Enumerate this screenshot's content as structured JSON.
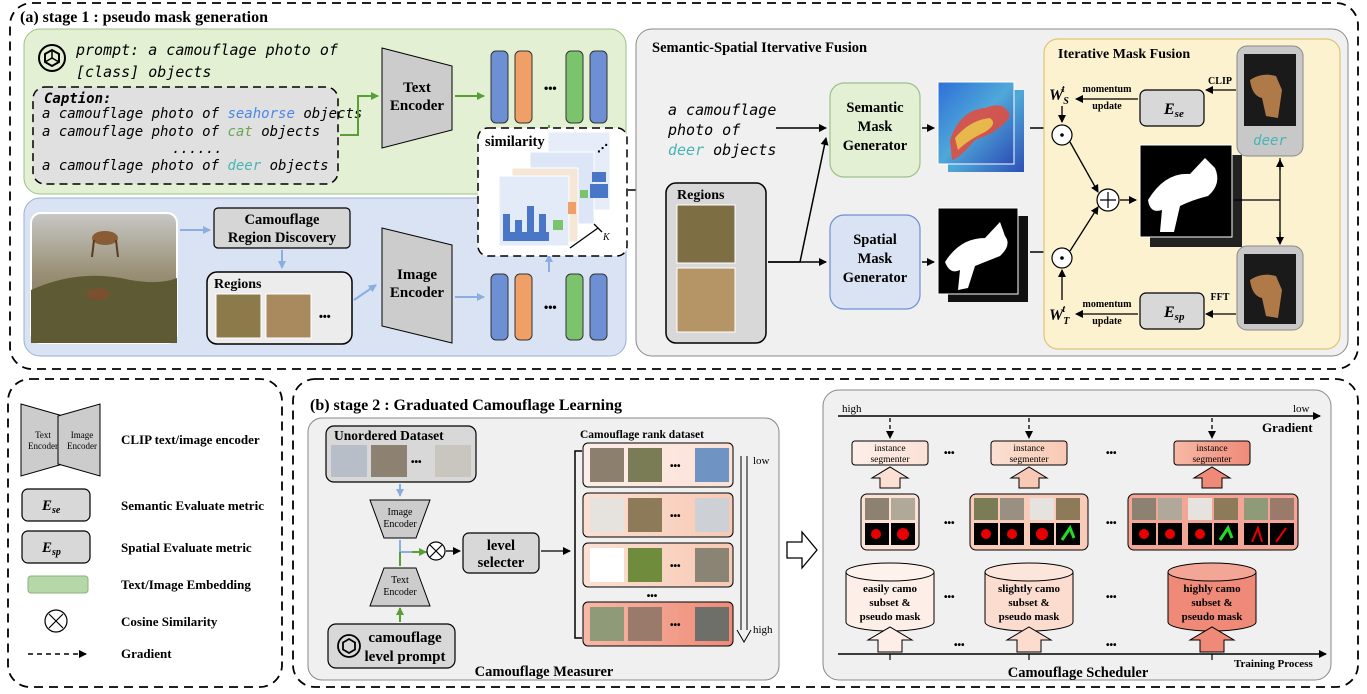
{
  "stage1": {
    "title": "(a) stage 1 : pseudo mask generation",
    "prompt_line1": "prompt: a camouflage photo of",
    "prompt_line2": "[class] objects",
    "caption_label": "Caption:",
    "caption_prefix": "a camouflage photo of",
    "caption_suffix": "objects",
    "caption_classes": [
      "seahorse",
      "cat",
      "deer"
    ],
    "caption_ellipsis": "......",
    "text_encoder": [
      "Text",
      "Encoder"
    ],
    "image_encoder": [
      "Image",
      "Encoder"
    ],
    "region_discovery": [
      "Camouflage",
      "Region Discovery"
    ],
    "regions_label": "Regions",
    "similarity_label": "similarity",
    "k_label": "K",
    "ellipsis": "•••",
    "ssif_title": "Semantic-Spatial Itervative Fusion",
    "deer_prompt": [
      "a camouflage",
      "photo of",
      "deer",
      "objects"
    ],
    "semantic_generator": [
      "Semantic",
      "Mask",
      "Generator"
    ],
    "spatial_generator": [
      "Spatial",
      "Mask",
      "Generator"
    ],
    "imf_title": "Iterative Mask Fusion",
    "momentum": [
      "momentum",
      "update"
    ],
    "clip_label": "CLIP",
    "fft_label": "FFT",
    "e_se": "E",
    "e_se_sub": "se",
    "e_sp": "E",
    "e_sp_sub": "sp",
    "w_s": "W",
    "w_s_sub": "S",
    "w_t": "W",
    "w_t_sub": "T",
    "w_sup": "t",
    "deer_label": "deer"
  },
  "legend": {
    "encoder_small": [
      "Text",
      "Encoder",
      "Image",
      "Encoder"
    ],
    "items": [
      "CLIP text/image encoder",
      "Semantic Evaluate metric",
      "Spatial Evaluate metric",
      "Text/Image  Embedding",
      "Cosine Similarity",
      "Gradient"
    ],
    "e_se": "E",
    "e_se_sub": "se",
    "e_sp": "E",
    "e_sp_sub": "sp"
  },
  "stage2": {
    "title": "(b) stage 2 : Graduated Camouflage Learning",
    "unordered": "Unordered Dataset",
    "image_encoder": [
      "Image",
      "Encoder"
    ],
    "text_encoder": [
      "Text",
      "Encoder"
    ],
    "prompt": [
      "camouflage",
      "level prompt"
    ],
    "level_selecter": [
      "level",
      "selecter"
    ],
    "rank_title": "Camouflage rank dataset",
    "low": "low",
    "high": "high",
    "measurer": "Camouflage Measurer",
    "gradient_high": "high",
    "gradient_low": "low",
    "gradient": "Gradient",
    "segmenter": [
      "instance",
      "segmenter"
    ],
    "subsets": [
      [
        "easily camo",
        "subset &",
        "pseudo mask"
      ],
      [
        "slightly camo",
        "subset &",
        "pseudo mask"
      ],
      [
        "highly camo",
        "subset &",
        "pseudo mask"
      ]
    ],
    "training": "Training Process",
    "scheduler": "Camouflage Scheduler",
    "dots": "•••"
  },
  "colors": {
    "green_panel": "#e3f0d3",
    "blue_panel": "#d9e3f3",
    "gray_panel": "#f0f0f0",
    "yellow_panel": "#fdf2cf",
    "seahorse": "#4a86e8",
    "cat": "#6aa84f",
    "deer": "#45b5b5",
    "green_arrow": "#5a9e36",
    "blue_arrow": "#8aaee0"
  }
}
